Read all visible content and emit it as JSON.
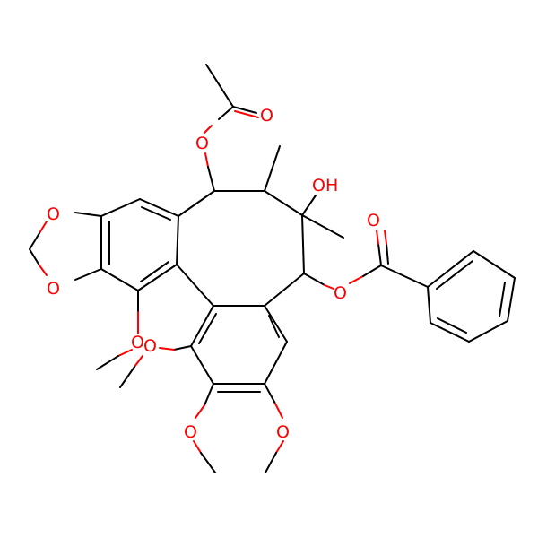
{
  "atoms": [
    {
      "id": "o_acetyl_carbonyl",
      "text": "O"
    },
    {
      "id": "o_acetyl_ester",
      "text": "O"
    },
    {
      "id": "o_hydroxyl",
      "text": "OH"
    },
    {
      "id": "o_benzoyl_carbonyl",
      "text": "O"
    },
    {
      "id": "o_benzoyl_ester",
      "text": "O"
    },
    {
      "id": "o_dioxole_upper",
      "text": "O"
    },
    {
      "id": "o_dioxole_lower",
      "text": "O"
    },
    {
      "id": "o_methoxy_1",
      "text": "O"
    },
    {
      "id": "o_methoxy_2",
      "text": "O"
    },
    {
      "id": "o_methoxy_3",
      "text": "O"
    },
    {
      "id": "o_methoxy_4",
      "text": "O"
    }
  ]
}
